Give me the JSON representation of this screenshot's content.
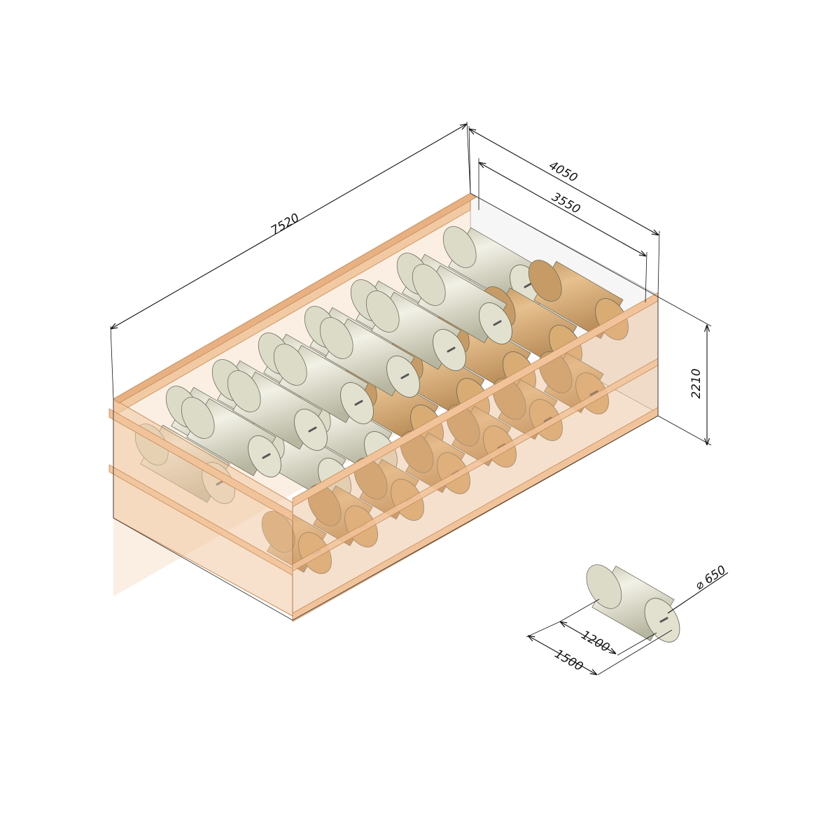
{
  "drawing": {
    "dimensions": {
      "overall_length": "7520",
      "overall_width": "4050",
      "inner_width": "3550",
      "height": "2210",
      "roll_diameter": "⌀ 650",
      "roll_body_length": "1200",
      "roll_total_length": "1500"
    },
    "colors": {
      "crate_wood": "#f1c9a2",
      "crate_edge": "#c58a55",
      "roll_light": "#f0efe2",
      "roll_mid": "#d7d6c2",
      "roll_dark": "#a9a892",
      "roll_tinted": "#d8ae78",
      "dimension_ink": "#111111"
    }
  }
}
